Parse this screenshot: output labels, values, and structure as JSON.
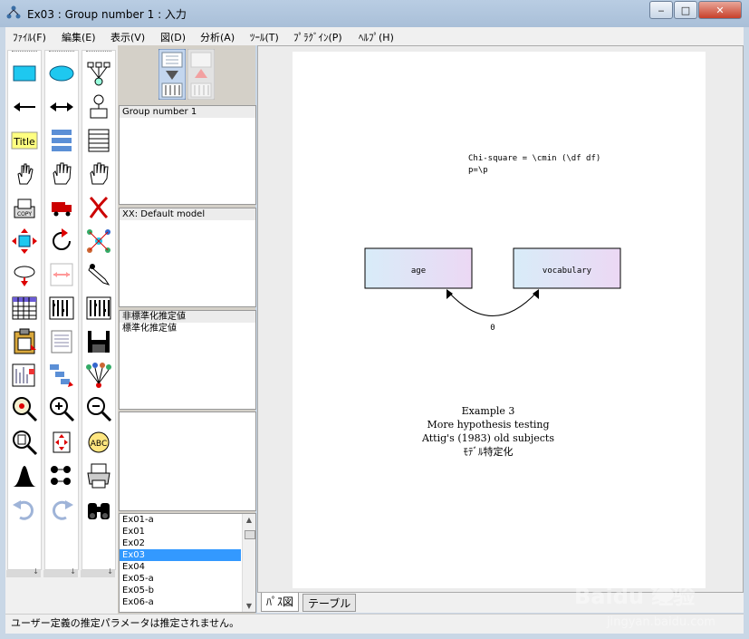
{
  "window": {
    "title": "Ex03 : Group number 1 : 入力",
    "minimize": "‒",
    "maximize": "□",
    "close": "✕"
  },
  "menu": [
    "ﾌｧｲﾙ(F)",
    "編集(E)",
    "表示(V)",
    "図(D)",
    "分析(A)",
    "ﾂｰﾙ(T)",
    "ﾌﾟﾗｸﾞｲﾝ(P)",
    "ﾍﾙﾌﾟ(H)"
  ],
  "toolbox": {
    "title_tool": "Title",
    "copy_tool": "COPY",
    "abc_tool": "ABC",
    "col_foot": "↓"
  },
  "panels": {
    "groups": [
      "Group number 1"
    ],
    "models": [
      "XX: Default model"
    ],
    "estimates": [
      "非標準化推定値",
      "標準化推定値"
    ],
    "files": [
      "Ex01-a",
      "Ex01",
      "Ex02",
      "Ex03",
      "Ex04",
      "Ex05-a",
      "Ex05-b",
      "Ex06-a"
    ],
    "selected_file": "Ex03",
    "scroll_up": "▲",
    "scroll_down": "▼"
  },
  "diagram": {
    "figure_caption_line1": "Chi-square = \\cmin (\\df df)",
    "figure_caption_line2": "p=\\p",
    "node_left": "age",
    "node_right": "vocabulary",
    "covariance_label": "0",
    "example_line1": "Example 3",
    "example_line2": "More hypothesis testing",
    "example_line3": "Attig's (1983) old subjects",
    "example_line4": "ﾓﾃﾞﾙ特定化"
  },
  "tabs": {
    "path": "ﾊﾟｽ図",
    "table": "テーブル"
  },
  "status": "ユーザー定義の推定パラメータは推定されません。",
  "watermark": {
    "brand": "Baidu 经验",
    "url": "jingyan.baidu.com"
  }
}
